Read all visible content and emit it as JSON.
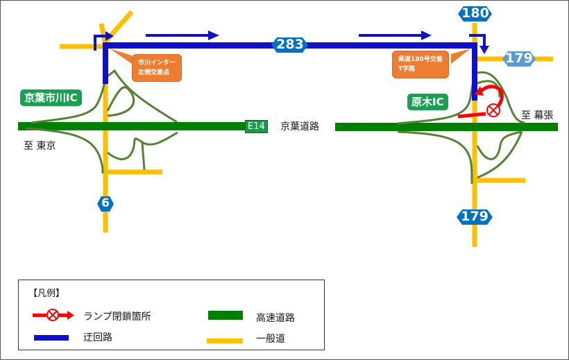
{
  "colors": {
    "expressway": "#008000",
    "detour": "#1010c8",
    "general_road": "#ffc000",
    "ramp_line": "#548235",
    "closure": "#ff0000",
    "callout": "#ed7d31",
    "ic_badge": "#1aa050",
    "route_badge": "#0070c0",
    "route_badge_light": "#5b9bd5"
  },
  "map": {
    "route_badges": [
      {
        "label": "180",
        "icon": "route-shield"
      },
      {
        "label": "283",
        "icon": "route-shield"
      },
      {
        "label": "179",
        "icon": "route-shield"
      },
      {
        "label": "6",
        "icon": "route-shield"
      },
      {
        "label": "179",
        "icon": "route-shield"
      }
    ],
    "interchanges": {
      "west": "京葉市川IC",
      "east": "原木IC"
    },
    "directions": {
      "west": "至 東京",
      "east": "至 幕張"
    },
    "expressway": {
      "number": "E14",
      "name": "京葉道路"
    },
    "callouts": {
      "west_line1": "市川インター",
      "west_line2": "北側交差点",
      "east_line1": "県道180号交差",
      "east_line2": "T字路"
    }
  },
  "legend": {
    "title": "【凡例】",
    "items": {
      "closure": "ランプ閉鎖箇所",
      "detour": "迂回路",
      "expressway": "高速道路",
      "general": "一般道"
    }
  }
}
